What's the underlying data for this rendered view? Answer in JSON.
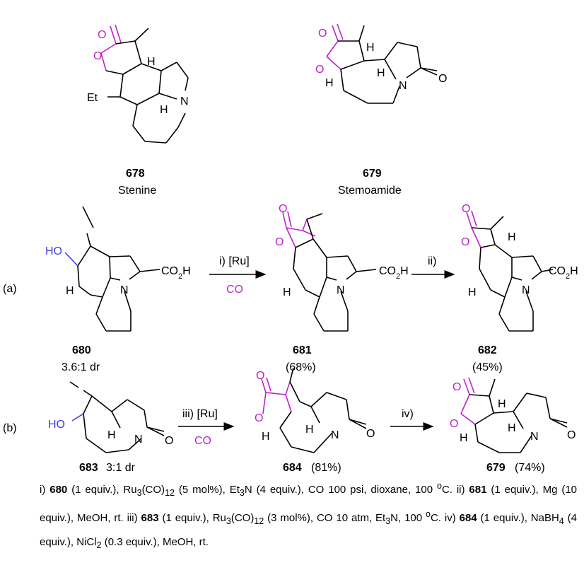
{
  "colors": {
    "blue": "#3c3ce6",
    "magenta": "#c21ecf",
    "black": "#000000"
  },
  "top": {
    "c678": {
      "number": "678",
      "name": "Stenine",
      "et_label": "Et"
    },
    "c679": {
      "number": "679",
      "name": "Stemoamide"
    }
  },
  "row_a": {
    "tag": "(a)",
    "c680": {
      "number": "680",
      "note": "3.6:1 dr"
    },
    "c681": {
      "number": "681",
      "yield": "(68%)"
    },
    "c682": {
      "number": "682",
      "yield": "(45%)"
    },
    "step1_label": "i) [Ru]",
    "step1_gas": "CO",
    "step2_label": "ii)",
    "acid_label": "CO2H"
  },
  "row_b": {
    "tag": "(b)",
    "c683": {
      "number": "683",
      "note": "3:1 dr"
    },
    "c684": {
      "number": "684",
      "yield": "(81%)"
    },
    "c679": {
      "number": "679",
      "yield": "(74%)"
    },
    "step3_label": "iii) [Ru]",
    "step3_gas": "CO",
    "step4_label": "iv)"
  },
  "atoms": {
    "O": "O",
    "N": "N",
    "H": "H",
    "HO": "HO"
  },
  "conditions": [
    "i) ",
    "680",
    " (1 equiv.), Ru3(CO)12 (5 mol%), Et3N (4 equiv.), CO 100 psi, dioxane, 100 oC. ii) ",
    "681",
    " (1 equiv.), Mg (10 equiv.), MeOH, rt. iii) ",
    "683",
    " (1 equiv.), Ru3(CO)12 (3 mol%), CO 10 atm, Et3N, 100 oC. iv) ",
    "684",
    " (1 equiv.), NaBH4 (4 equiv.), NiCl2 (0.3 equiv.), MeOH, rt."
  ]
}
